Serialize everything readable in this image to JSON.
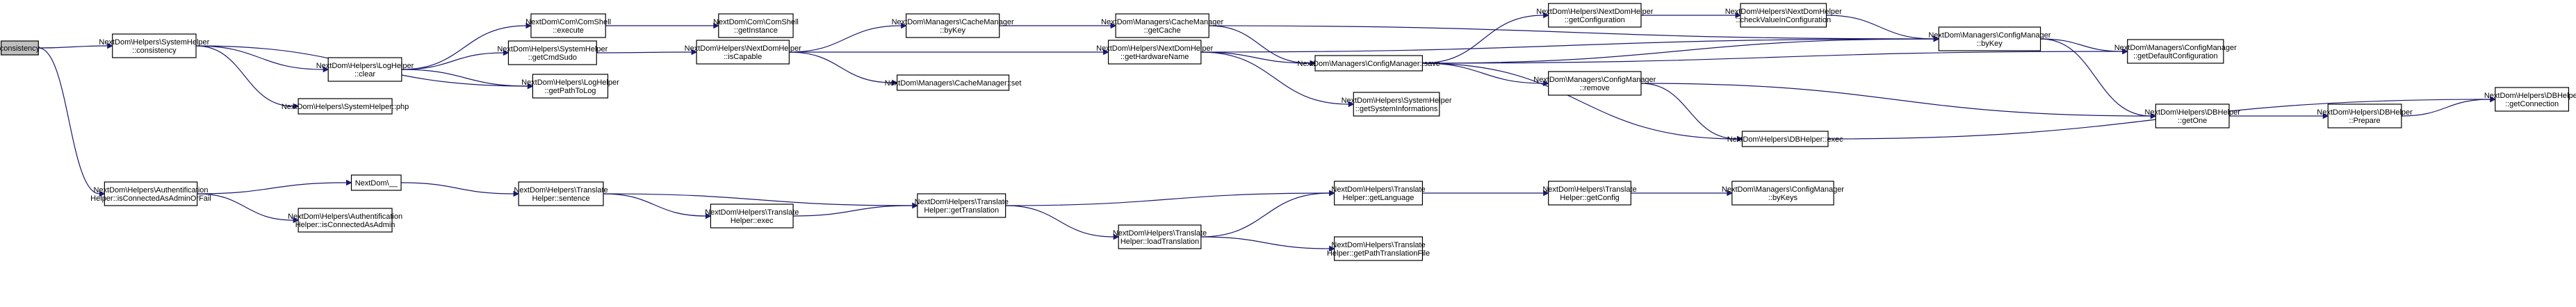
{
  "nodes": {
    "n_consistency": [
      "consistency"
    ],
    "n_syshelper_consistency": [
      "NextDom\\Helpers\\SystemHelper",
      "::consistency"
    ],
    "n_loghelper_clear": [
      "NextDom\\Helpers\\LogHelper",
      "::clear"
    ],
    "n_loghelper_getpathtolog": [
      "NextDom\\Helpers\\LogHelper",
      "::getPathToLog"
    ],
    "n_syshelper_php": [
      "NextDom\\Helpers\\SystemHelper::php"
    ],
    "n_comshell_execute": [
      "NextDom\\Com\\ComShell",
      "::execute"
    ],
    "n_comshell_getinstance": [
      "NextDom\\Com\\ComShell",
      "::getInstance"
    ],
    "n_syshelper_getcmdsudo": [
      "NextDom\\Helpers\\SystemHelper",
      "::getCmdSudo"
    ],
    "n_nextdomhelper_iscapable": [
      "NextDom\\Helpers\\NextDomHelper",
      "::isCapable"
    ],
    "n_cachemanager_bykey": [
      "NextDom\\Managers\\CacheManager",
      "::byKey"
    ],
    "n_cachemanager_getcache": [
      "NextDom\\Managers\\CacheManager",
      "::getCache"
    ],
    "n_cachemanager_set": [
      "NextDom\\Managers\\CacheManager::set"
    ],
    "n_nextdomhelper_gethardwarename": [
      "NextDom\\Helpers\\NextDomHelper",
      "::getHardwareName"
    ],
    "n_configmanager_save": [
      "NextDom\\Managers\\ConfigManager::save"
    ],
    "n_syshelper_getsysteminformations": [
      "NextDom\\Helpers\\SystemHelper",
      "::getSystemInformations"
    ],
    "n_nextdomhelper_getconfiguration": [
      "NextDom\\Helpers\\NextDomHelper",
      "::getConfiguration"
    ],
    "n_nextdomhelper_checkvalue": [
      "NextDom\\Helpers\\NextDomHelper",
      "::checkValueInConfiguration"
    ],
    "n_configmanager_bykey": [
      "NextDom\\Managers\\ConfigManager",
      "::byKey"
    ],
    "n_configmanager_getdefault": [
      "NextDom\\Managers\\ConfigManager",
      "::getDefaultConfiguration"
    ],
    "n_configmanager_remove": [
      "NextDom\\Managers\\ConfigManager",
      "::remove"
    ],
    "n_dbhelper_exec": [
      "NextDom\\Helpers\\DBHelper::exec"
    ],
    "n_dbhelper_getone": [
      "NextDom\\Helpers\\DBHelper",
      "::getOne"
    ],
    "n_dbhelper_prepare": [
      "NextDom\\Helpers\\DBHelper",
      "::Prepare"
    ],
    "n_dbhelper_getconnection": [
      "NextDom\\Helpers\\DBHelper",
      "::getConnection"
    ],
    "n_auth_isconnectedasadminorfail": [
      "NextDom\\Helpers\\Authentification",
      "Helper::isConnectedAsAdminOrFail"
    ],
    "n_auth_isconnectedasadmin": [
      "NextDom\\Helpers\\Authentification",
      "Helper::isConnectedAsAdmin"
    ],
    "n_nextdom_underscore": [
      "NextDom\\__"
    ],
    "n_translate_sentence": [
      "NextDom\\Helpers\\Translate",
      "Helper::sentence"
    ],
    "n_translate_exec": [
      "NextDom\\Helpers\\Translate",
      "Helper::exec"
    ],
    "n_translate_gettranslation": [
      "NextDom\\Helpers\\Translate",
      "Helper::getTranslation"
    ],
    "n_translate_getlanguage": [
      "NextDom\\Helpers\\Translate",
      "Helper::getLanguage"
    ],
    "n_translate_load": [
      "NextDom\\Helpers\\Translate",
      "Helper::loadTranslation"
    ],
    "n_translate_getpath": [
      "NextDom\\Helpers\\Translate",
      "Helper::getPathTranslationFile"
    ],
    "n_translate_getconfig": [
      "NextDom\\Helpers\\Translate",
      "Helper::getConfig"
    ],
    "n_configmanager_bykeys": [
      "NextDom\\Managers\\ConfigManager",
      "::byKeys"
    ]
  },
  "colors": {
    "edge": "#191970",
    "node_border": "#000000",
    "node_fill": "#ffffff",
    "root_fill": "#bfbfbf"
  }
}
